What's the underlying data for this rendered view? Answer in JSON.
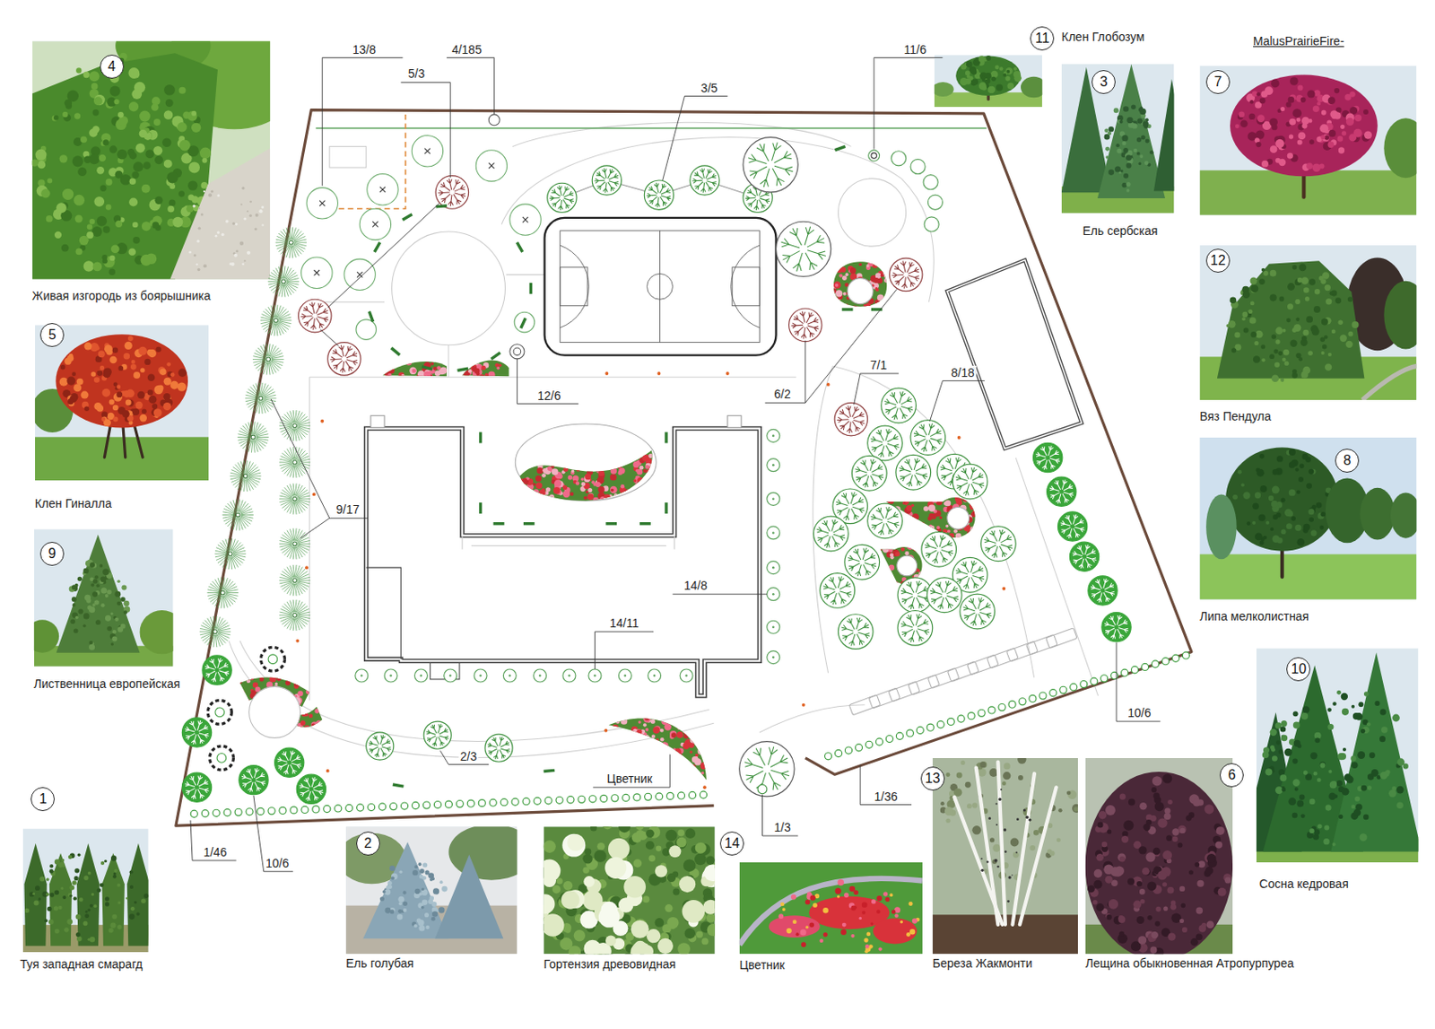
{
  "diagram": {
    "nodes": [
      {
        "text": [
          "4",
          "Живая изгородь из боярышника"
        ]
      },
      {
        "text": [
          "11",
          "Клен Глобозум"
        ]
      },
      {
        "text": [
          "3",
          "Ель сербская"
        ]
      },
      {
        "text": [
          "7",
          "MalusPrairieFire-"
        ]
      },
      {
        "text": [
          "5",
          "Клен Гиналла"
        ]
      },
      {
        "text": [
          "12",
          "Вяз Пендула"
        ]
      },
      {
        "text": [
          "9",
          "Лиственница европейская"
        ]
      },
      {
        "text": [
          "8",
          "Липа мелколистная"
        ]
      },
      {
        "text": [
          "10",
          "Сосна кедровая"
        ]
      },
      {
        "text": [
          "1",
          "Туя западная смарагд"
        ]
      },
      {
        "text": [
          "2",
          "Ель голубая"
        ]
      },
      {
        "text": [
          "14",
          "Гортензия древовидная"
        ]
      },
      {
        "text": [
          "Цветник"
        ]
      },
      {
        "text": [
          "13",
          "Береза Жакмонти"
        ]
      },
      {
        "text": [
          "6",
          "Лещина обыкновенная Атропурпуреа"
        ]
      }
    ],
    "labels": [
      "13/8",
      "5/3",
      "4/185",
      "3/5",
      "11/6",
      "12/6",
      "6/2",
      "7/1",
      "8/18",
      "9/17",
      "14/8",
      "14/11",
      "10/6",
      "2/3",
      "Цветник",
      "1/3",
      "1/36",
      "1/46",
      "10/6"
    ]
  }
}
